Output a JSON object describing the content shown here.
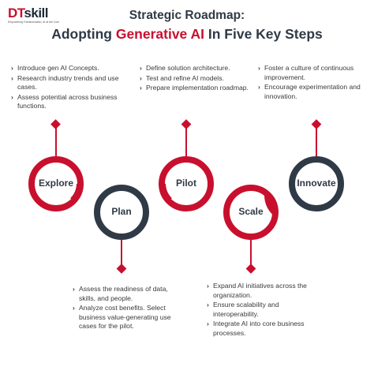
{
  "logo": {
    "brand_part1": "DT",
    "brand_part2": "skill",
    "tagline": "Empowering Transformation, AI at the Core"
  },
  "title": {
    "line1": "Strategic Roadmap:",
    "line2_prefix": "Adopting ",
    "line2_highlight": "Generative AI",
    "line2_suffix": " In Five Key Steps"
  },
  "steps": [
    {
      "label": "Explore",
      "bullets": [
        "Introduce gen AI Concepts.",
        "Research industry trends and use cases.",
        "Assess potential across business functions."
      ]
    },
    {
      "label": "Plan",
      "bullets": [
        "Assess the readiness of data, skills, and people.",
        "Analyze cost benefits. Select business value-generating use cases for the pilot."
      ]
    },
    {
      "label": "Pilot",
      "bullets": [
        "Define solution architecture.",
        "Test and refine AI models.",
        "Prepare implementation roadmap."
      ]
    },
    {
      "label": "Scale",
      "bullets": [
        "Expand AI initiatives across the organization.",
        "Ensure scalability and interoperability.",
        "Integrate AI into core business processes."
      ]
    },
    {
      "label": "Innovate",
      "bullets": [
        "Foster a culture of continuous improvement.",
        "Encourage experimentation and innovation."
      ]
    }
  ],
  "colors": {
    "red": "#c8102e",
    "navy": "#2f3a46",
    "text": "#3a3a3a"
  },
  "icons": {
    "bullet": "chevron-right-icon",
    "node": "diamond-icon"
  }
}
